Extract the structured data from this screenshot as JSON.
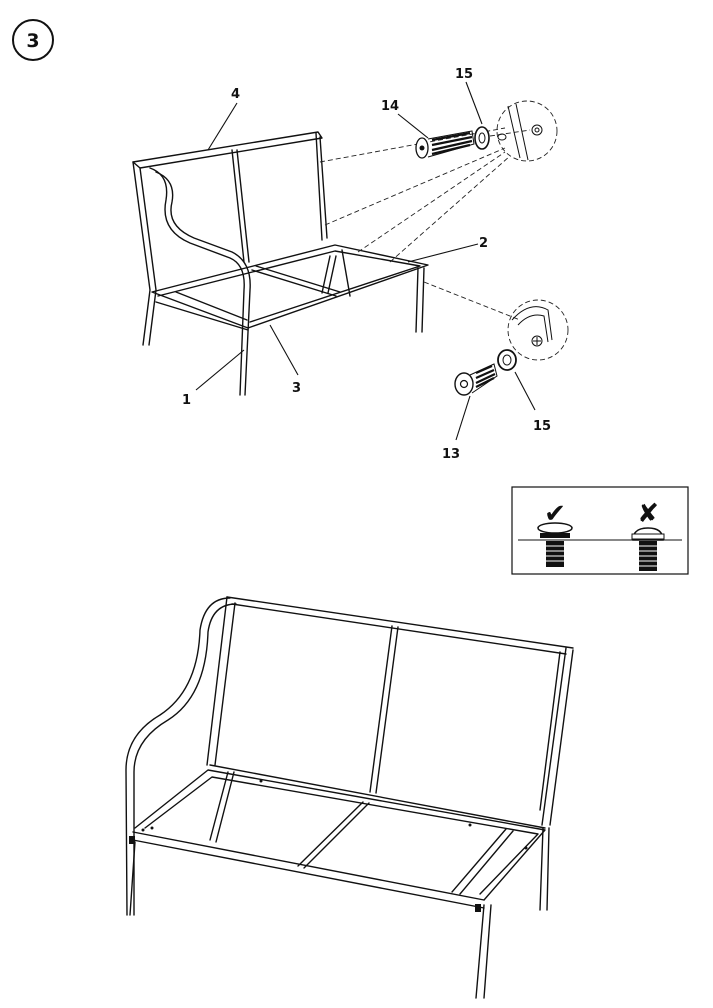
{
  "step": {
    "number": "3"
  },
  "callouts": {
    "top": {
      "part_4": "4",
      "part_14": "14",
      "part_15": "15",
      "part_2": "2",
      "part_1": "1",
      "part_3": "3"
    },
    "bottom_bolt": {
      "part_13": "13",
      "part_15": "15"
    }
  },
  "tip_box": {
    "correct_symbol": "✔",
    "wrong_symbol": "✘"
  },
  "colors": {
    "ink": "#111111",
    "background": "#ffffff"
  }
}
